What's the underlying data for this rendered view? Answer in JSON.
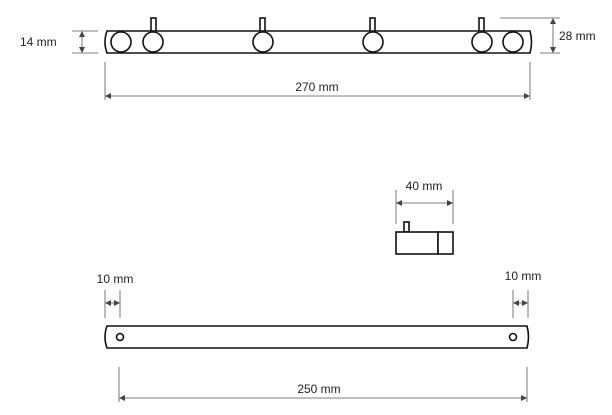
{
  "top_view": {
    "height_label": "14 mm",
    "total_height_label": "28 mm",
    "length_label": "270 mm",
    "hook_count": 4
  },
  "side_view": {
    "depth_label": "40 mm"
  },
  "back_view": {
    "left_offset_label": "10 mm",
    "right_offset_label": "10 mm",
    "hole_spacing_label": "250 mm"
  }
}
